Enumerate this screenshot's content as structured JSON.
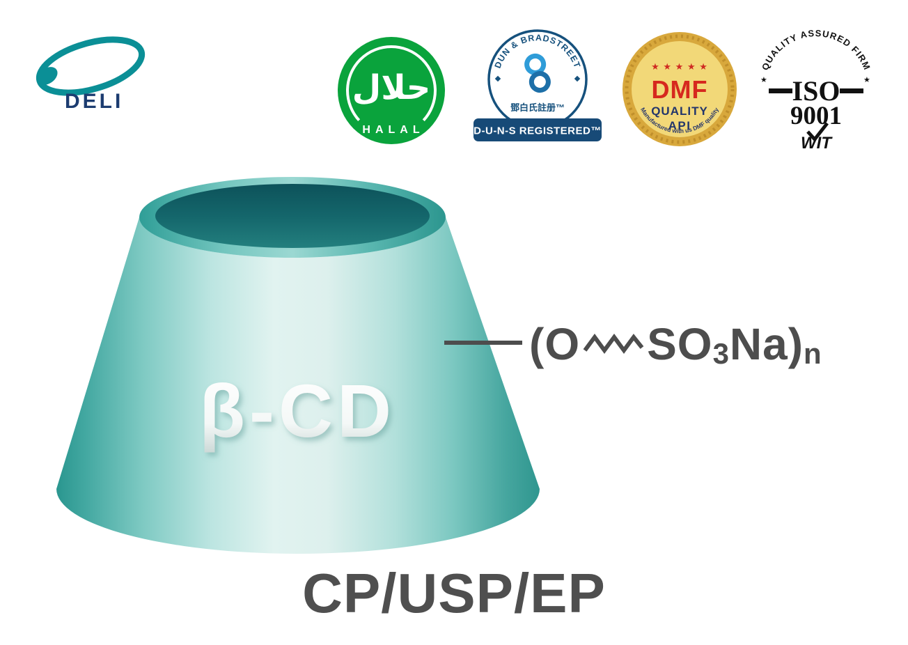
{
  "logo": {
    "text": "DELI"
  },
  "badges": {
    "halal": {
      "arabic": "حلال",
      "label": "HALAL",
      "green": "#0aa33c"
    },
    "dnb": {
      "arc_text": "DUN & BRADSTREET",
      "chinese_text": "鄧白氏註册™",
      "ribbon_text": "D-U-N-S REGISTERED™",
      "navy": "#16517d",
      "light_blue": "#2f9cd8"
    },
    "dmf": {
      "stars": "★ ★ ★ ★ ★",
      "title": "DMF",
      "subtitle1": "QUALITY",
      "subtitle2": "API",
      "arc_text": "Manufactured with us DMF quality",
      "gold": "#d8a83c",
      "light_gold": "#f2d878",
      "red": "#d6281e",
      "navy": "#22356b"
    },
    "iso": {
      "arc_text": "QUALITY ASSURED FIRM",
      "star": "★",
      "title": "ISO",
      "number": "9001",
      "mark": "WIT",
      "black": "#111111"
    }
  },
  "cone": {
    "label": "β-CD",
    "teal_dark": "#14666b",
    "teal_mid": "#3aa49e",
    "teal_light": "#e1f3f0"
  },
  "formula": {
    "open_paren_o": "(O",
    "so": "SO",
    "sub_3": "3",
    "na_close": "Na)",
    "sub_n": "n",
    "gray": "#4d4d4d"
  },
  "grade_text": "CP/USP/EP"
}
